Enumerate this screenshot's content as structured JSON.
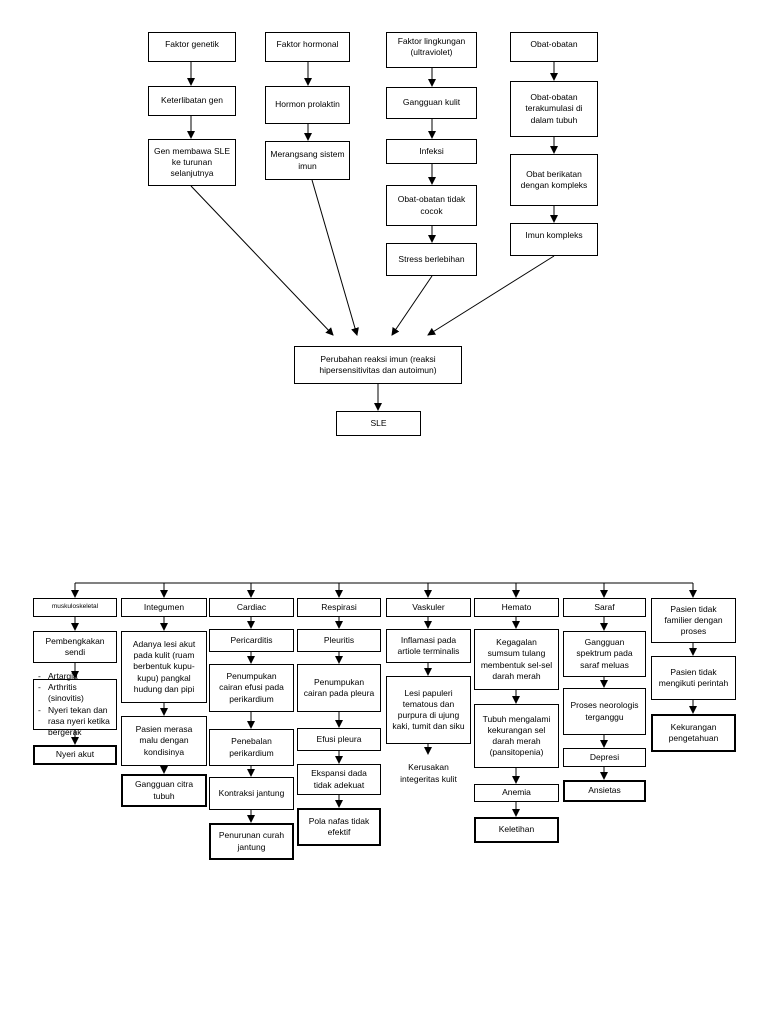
{
  "top": {
    "genetic": [
      "Faktor genetik",
      "Keterlibatan gen",
      "Gen membawa SLE ke turunan selanjutnya"
    ],
    "hormonal": [
      "Faktor hormonal",
      "Hormon prolaktin",
      "Merangsang sistem imun"
    ],
    "environment": [
      "Faktor lingkungan (ultraviolet)",
      "Gangguan kulit",
      "Infeksi",
      "Obat-obatan tidak cocok",
      "Stress berlebihan"
    ],
    "drugs": [
      "Obat-obatan",
      "Obat-obatan terakumulasi di dalam tubuh",
      "Obat berikatan dengan kompleks",
      "Imun kompleks"
    ],
    "immune_change": "Perubahan reaksi imun (reaksi hipersensitivitas dan autoimun)",
    "sle": "SLE"
  },
  "bottom": {
    "musculoskeletal": {
      "header": "muskuloskeletal",
      "step1": "Pembengkakan sendi",
      "list": [
        "Artargia",
        "Arthritis (sinovitis)",
        "Nyeri tekan dan rasa nyeri ketika bergerak"
      ],
      "outcome": "Nyeri akut"
    },
    "integumen": {
      "header": "Integumen",
      "step1": "Adanya lesi akut pada kulit (ruam berbentuk kupu-kupu) pangkal hudung dan pipi",
      "step2": "Pasien merasa malu dengan kondisinya",
      "outcome": "Gangguan citra tubuh"
    },
    "cardiac": {
      "header": "Cardiac",
      "steps": [
        "Pericarditis",
        "Penumpukan cairan efusi pada perikardium",
        "Penebalan perikardium",
        "Kontraksi jantung"
      ],
      "outcome": "Penurunan curah jantung"
    },
    "respirasi": {
      "header": "Respirasi",
      "steps": [
        "Pleuritis",
        "Penumpukan cairan pada pleura",
        "Efusi pleura",
        "Ekspansi dada tidak adekuat"
      ],
      "outcome": "Pola nafas tidak efektif"
    },
    "vaskuler": {
      "header": "Vaskuler",
      "steps": [
        "Inflamasi pada artiole terminalis",
        "Lesi papuleri tematous dan purpura di ujung kaki, tumit dan siku"
      ],
      "outcome": "Kerusakan integeritas kulit"
    },
    "hemato": {
      "header": "Hemato",
      "steps": [
        "Kegagalan sumsum tulang membentuk sel-sel darah merah",
        "Tubuh mengalami kekurangan sel darah merah (pansitopenia)",
        "Anemia"
      ],
      "outcome": "Keletihan"
    },
    "saraf": {
      "header": "Saraf",
      "steps": [
        "Gangguan spektrum pada saraf meluas",
        "Proses neorologis terganggu",
        "Depresi"
      ],
      "outcome": "Ansietas"
    },
    "knowledge": {
      "header": "Pasien tidak familier dengan proses",
      "step1": "Pasien tidak mengikuti perintah",
      "outcome": "Kekurangan pengetahuan"
    }
  }
}
